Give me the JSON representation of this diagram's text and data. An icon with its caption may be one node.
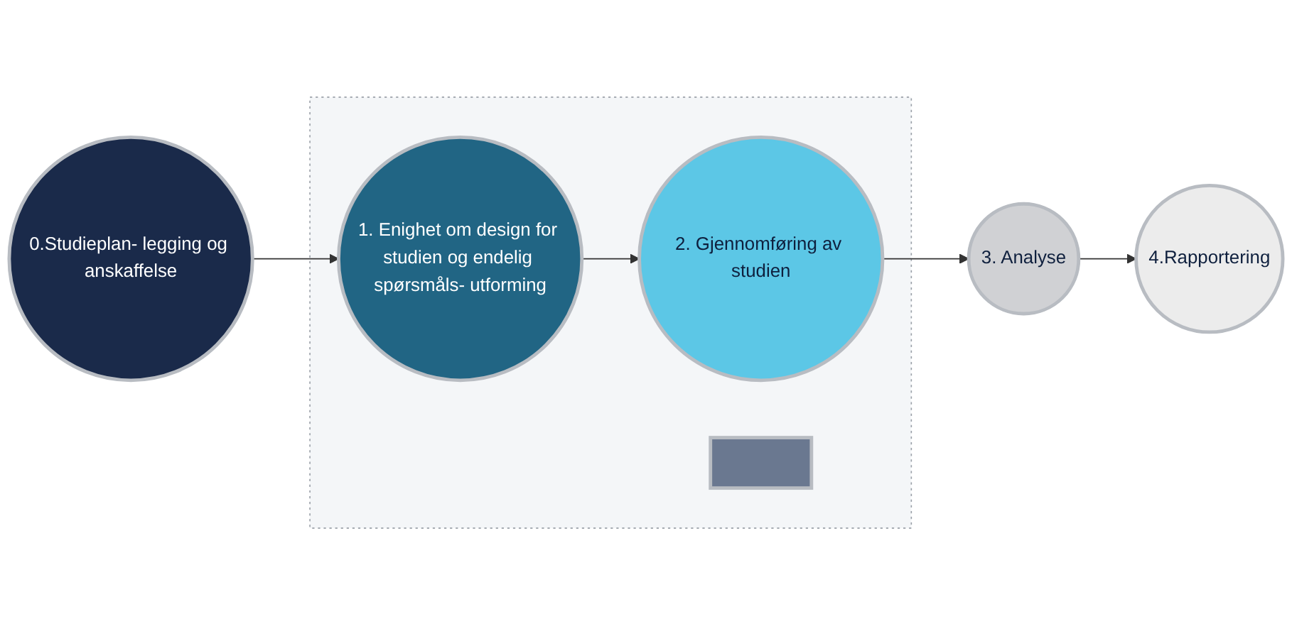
{
  "diagram": {
    "nodes": [
      {
        "text": [
          "0.Studieplan- legging og anskaffelse"
        ]
      },
      {
        "text": [],
        "shape": "box"
      },
      {
        "text": [
          "1. Enighet om design for studien og endelig spørsmåls- utforming"
        ],
        "in": 1
      },
      {
        "text": [
          "2. Gjennomføring av studien"
        ],
        "in": 1
      },
      {
        "text": [
          "3. Analyse"
        ]
      },
      {
        "text": [
          "4.Rapportering"
        ]
      },
      {
        "text": [],
        "shape": "box",
        "in": 1
      }
    ],
    "edges": [
      {
        "from": 0,
        "to": 2,
        "arrow": "to"
      },
      {
        "from": 2,
        "to": 3,
        "arrow": "to"
      },
      {
        "from": 3,
        "to": 4,
        "arrow": "to"
      },
      {
        "from": 4,
        "to": 5,
        "arrow": "to"
      }
    ]
  }
}
